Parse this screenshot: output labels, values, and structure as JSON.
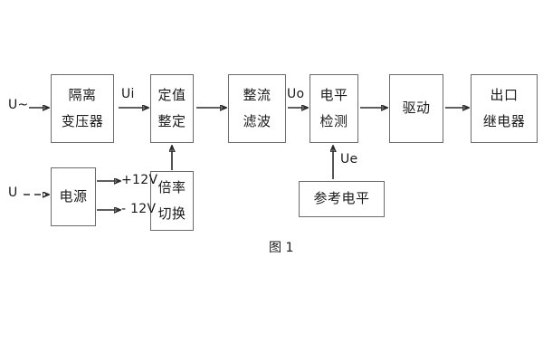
{
  "figure": {
    "caption": "图 1",
    "signal_labels": {
      "input_ac": "U~",
      "input_dc": "U",
      "ui": "Ui",
      "uo": "Uo",
      "ue": "Ue",
      "rail_pos": "+12V",
      "rail_neg": "- 12V"
    }
  },
  "blocks": {
    "isolation_transformer": {
      "line1": "隔离",
      "line2": "变压器"
    },
    "setting_value": {
      "line1": "定值",
      "line2": "整定"
    },
    "rectify_filter": {
      "line1": "整流",
      "line2": "滤波"
    },
    "level_detect": {
      "line1": "电平",
      "line2": "检测"
    },
    "drive": {
      "line1": "驱动",
      "line2": ""
    },
    "output_relay": {
      "line1": "出口",
      "line2": "继电器"
    },
    "power_supply": {
      "line1": "电源",
      "line2": ""
    },
    "multiplier_switch": {
      "line1": "倍率",
      "line2": "切换"
    },
    "reference_level": {
      "line1": "参考电平",
      "line2": ""
    }
  },
  "colors": {
    "block_border": "#6b6b6b",
    "wire": "#2b2b2b",
    "text": "#1a1a1a",
    "background": "#ffffff"
  }
}
